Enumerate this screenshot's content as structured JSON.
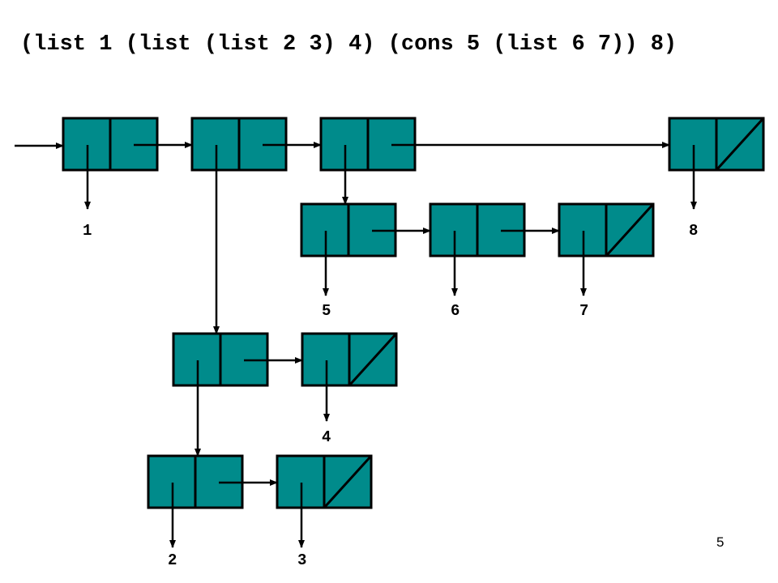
{
  "slide": {
    "title": "(list 1 (list (list 2 3) 4) (cons 5 (list 6 7)) 8)",
    "page_number": "5"
  },
  "colors": {
    "cell_fill": "#008B8B",
    "cell_stroke": "#000000",
    "arrow": "#000000"
  },
  "diagram": {
    "cells": [
      {
        "id": "c1"
      },
      {
        "id": "c2"
      },
      {
        "id": "c3"
      },
      {
        "id": "c4",
        "nil": true
      },
      {
        "id": "c5"
      },
      {
        "id": "c6"
      },
      {
        "id": "c7",
        "nil": true
      },
      {
        "id": "c8"
      },
      {
        "id": "c9",
        "nil": true
      },
      {
        "id": "c10"
      },
      {
        "id": "c11",
        "nil": true
      }
    ],
    "leaves": [
      "1",
      "8",
      "5",
      "6",
      "7",
      "4",
      "2",
      "3"
    ],
    "links": [
      {
        "from": "c1",
        "to": "c2",
        "kind": "cdr"
      },
      {
        "from": "c2",
        "to": "c3",
        "kind": "cdr"
      },
      {
        "from": "c3",
        "to": "c4",
        "kind": "cdr"
      },
      {
        "from": "c3",
        "to": "c5",
        "kind": "car"
      },
      {
        "from": "c5",
        "to": "c6",
        "kind": "cdr"
      },
      {
        "from": "c6",
        "to": "c7",
        "kind": "cdr"
      },
      {
        "from": "c2",
        "to": "c8",
        "kind": "car"
      },
      {
        "from": "c8",
        "to": "c9",
        "kind": "cdr"
      },
      {
        "from": "c8",
        "to": "c10",
        "kind": "car"
      },
      {
        "from": "c10",
        "to": "c11",
        "kind": "cdr"
      }
    ]
  }
}
